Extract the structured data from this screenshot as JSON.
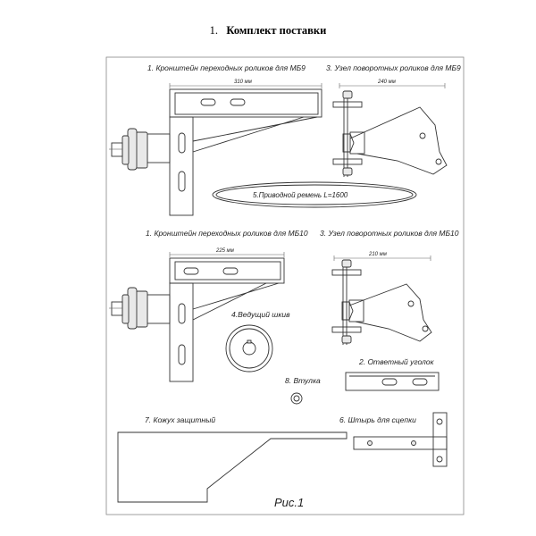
{
  "document": {
    "heading_number": "1.",
    "heading_title": "Комплект поставки"
  },
  "figure": {
    "caption": "Рис.1",
    "parts": {
      "bracket_mb9": {
        "label": "1. Кронштейн переходных роликов для МБ9",
        "dimension": "310 мм"
      },
      "roller_unit_mb9": {
        "label": "3. Узел поворотных роликов для МБ9",
        "dimension": "240 мм"
      },
      "drive_belt": {
        "label": "5.Приводной ремень L=1600"
      },
      "bracket_mb10": {
        "label": "1. Кронштейн переходных роликов для МБ10",
        "dimension": "225 мм"
      },
      "roller_unit_mb10": {
        "label": "3. Узел поворотных роликов для МБ10",
        "dimension": "210 мм"
      },
      "drive_pulley": {
        "label": "4.Ведущий шкив"
      },
      "counter_angle": {
        "label": "2. Ответный уголок"
      },
      "bushing": {
        "label": "8. Втулка"
      },
      "guard": {
        "label": "7. Кожух защитный"
      },
      "coupling_pin": {
        "label": "6. Штырь для сцепки"
      }
    }
  }
}
